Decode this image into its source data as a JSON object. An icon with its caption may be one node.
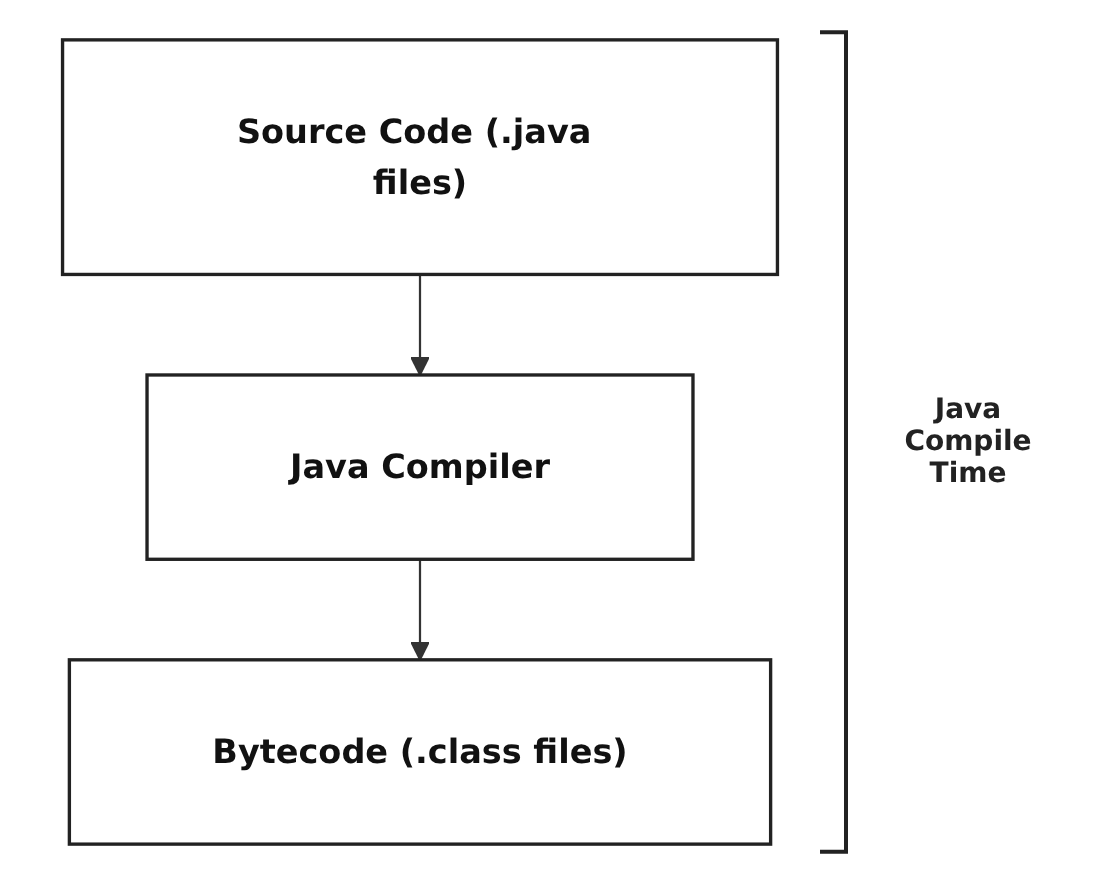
{
  "diagram": {
    "nodes": [
      {
        "text": [
          "Source Code (.java files)"
        ]
      },
      {
        "text": [
          "Java Compiler"
        ]
      },
      {
        "text": [
          "Bytecode (.class files)"
        ]
      }
    ],
    "edges": [
      {
        "from": 0,
        "to": 1,
        "arrow": "to"
      },
      {
        "from": 1,
        "to": 2,
        "arrow": "to"
      }
    ],
    "labels": [
      "Java Compile Time"
    ]
  }
}
